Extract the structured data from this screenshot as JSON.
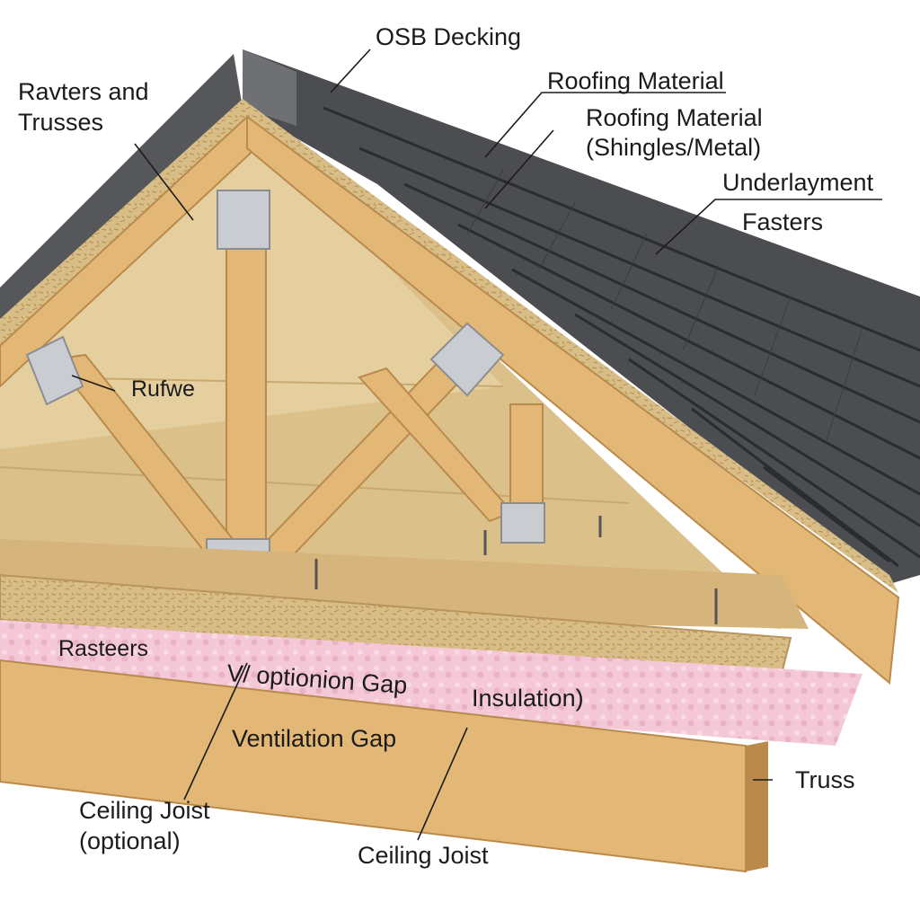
{
  "labels": {
    "osb_decking": "OSB Decking",
    "rafters_trusses_line1": "Ravters and",
    "rafters_trusses_line2": "Trusses",
    "roofing_material": "Roofing Material",
    "roofing_material_2_line1": "Roofing Material",
    "roofing_material_2_line2": "(Shingles/Metal)",
    "underlayment": "Underlayment",
    "fasteners": "Fasters",
    "rufwe": "Rufwe",
    "rasteers": "Rasteers",
    "vent_option_gap": "V/ optionion Gap",
    "insulation": "Insulation)",
    "ventilation_gap": "Ventilation Gap",
    "truss": "Truss",
    "ceiling_joist_optional_line1": "Ceiling Joist",
    "ceiling_joist_optional_line2": "(optional)",
    "ceiling_joist": "Ceiling Joist"
  },
  "colors": {
    "shingle": "#4b4d50",
    "shingle_dark": "#2e3033",
    "underlayment": "#6e7073",
    "osb": "#d9bd86",
    "osb_edge": "#caa56a",
    "wood": "#e3b877",
    "wood_dark": "#b98a4c",
    "insulation": "#f4c8d6",
    "metal_plate": "#c9ccd0"
  }
}
